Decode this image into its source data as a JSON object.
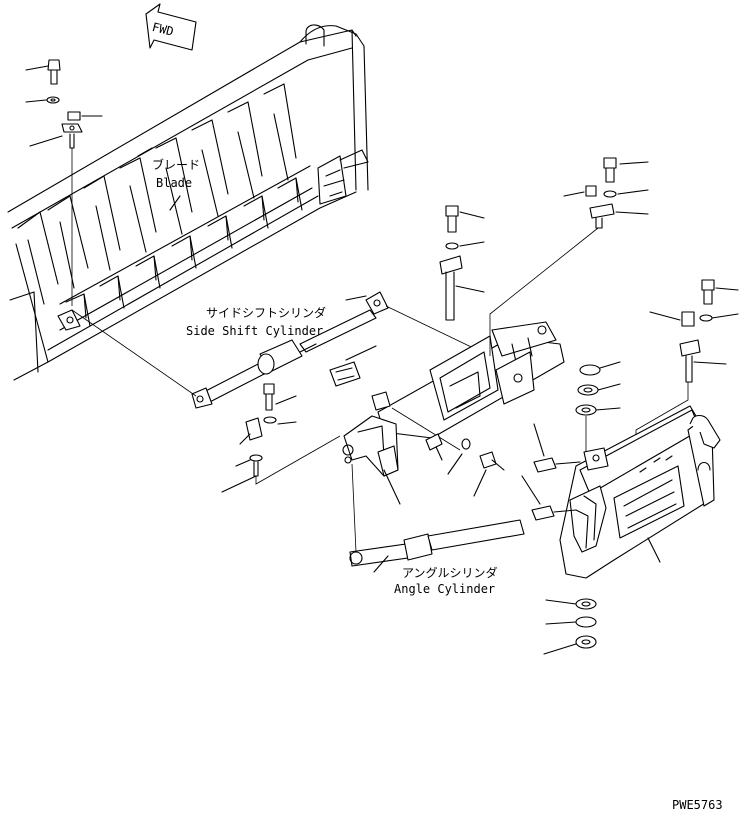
{
  "direction": {
    "text": "FWD"
  },
  "labels": {
    "blade_jp": "ブレード",
    "blade_en": "Blade",
    "side_shift_jp": "サイドシフトシリンダ",
    "side_shift_en": "Side Shift Cylinder",
    "angle_jp": "アングルシリンダ",
    "angle_en": "Angle Cylinder"
  },
  "drawing_id": "PWE5763"
}
